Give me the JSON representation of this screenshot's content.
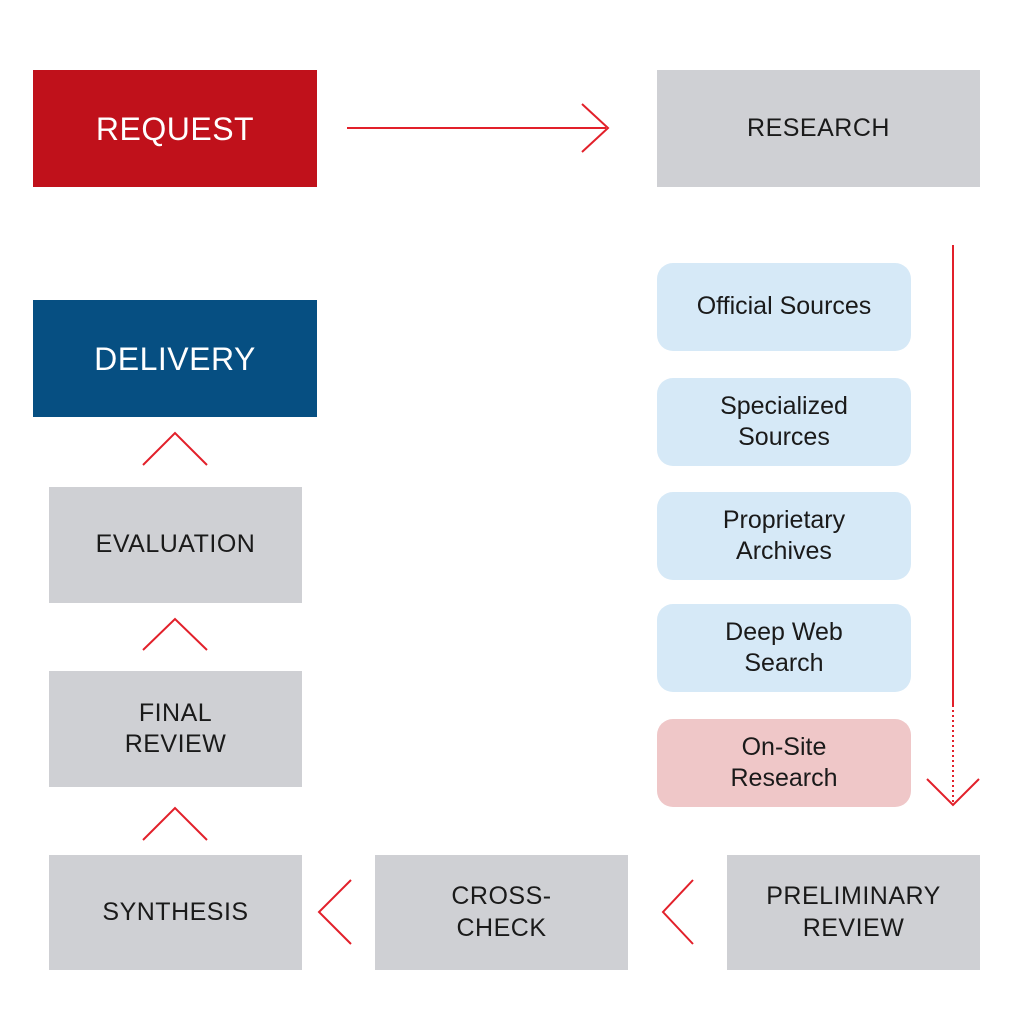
{
  "colors": {
    "request": "#c0111b",
    "delivery": "#064f82",
    "step": "#cfd0d4",
    "source": "#d6e9f7",
    "onsite": "#efc7c8",
    "arrow": "#e2202a"
  },
  "boxes": {
    "request": "REQUEST",
    "research": "RESEARCH",
    "delivery": "DELIVERY",
    "evaluation": "EVALUATION",
    "final_review": "FINAL\nREVIEW",
    "synthesis": "SYNTHESIS",
    "cross_check": "CROSS-\nCHECK",
    "preliminary_review": "PRELIMINARY\nREVIEW"
  },
  "sources": [
    "Official Sources",
    "Specialized\nSources",
    "Proprietary\nArchives",
    "Deep Web\nSearch",
    "On-Site\nResearch"
  ]
}
